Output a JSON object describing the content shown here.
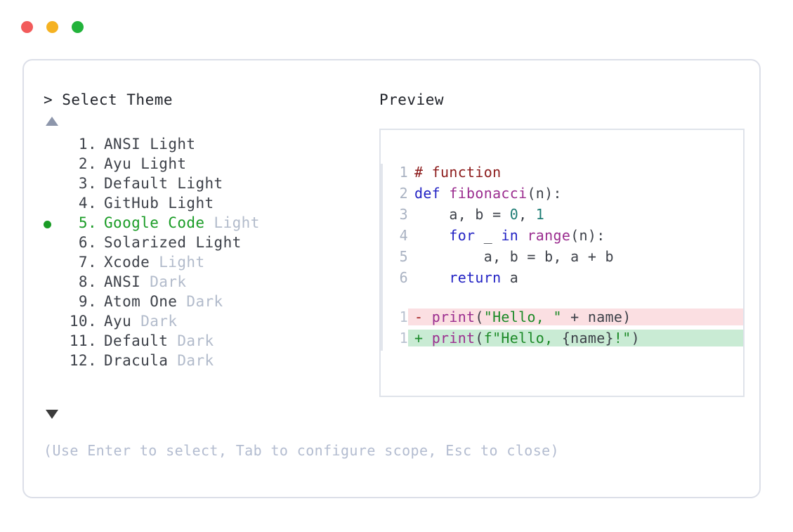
{
  "window": {
    "traffic_lights": [
      {
        "name": "close",
        "color": "#f25b5b"
      },
      {
        "name": "minimize",
        "color": "#f5b222"
      },
      {
        "name": "maximize",
        "color": "#22b33b"
      }
    ]
  },
  "selector": {
    "prompt": "> Select Theme",
    "scroll_up_indicator": "▲",
    "scroll_down_indicator": "▼",
    "selected_index": 5,
    "items": [
      {
        "number": "1.",
        "name": "ANSI",
        "variant": "Light",
        "variant_muted": false,
        "selected": false
      },
      {
        "number": "2.",
        "name": "Ayu",
        "variant": "Light",
        "variant_muted": false,
        "selected": false
      },
      {
        "number": "3.",
        "name": "Default",
        "variant": "Light",
        "variant_muted": false,
        "selected": false
      },
      {
        "number": "4.",
        "name": "GitHub",
        "variant": "Light",
        "variant_muted": false,
        "selected": false
      },
      {
        "number": "5.",
        "name": "Google Code",
        "variant": "Light",
        "variant_muted": true,
        "selected": true
      },
      {
        "number": "6.",
        "name": "Solarized",
        "variant": "Light",
        "variant_muted": false,
        "selected": false
      },
      {
        "number": "7.",
        "name": "Xcode",
        "variant": "Light",
        "variant_muted": true,
        "selected": false
      },
      {
        "number": "8.",
        "name": "ANSI",
        "variant": "Dark",
        "variant_muted": true,
        "selected": false
      },
      {
        "number": "9.",
        "name": "Atom One",
        "variant": "Dark",
        "variant_muted": true,
        "selected": false
      },
      {
        "number": "10.",
        "name": "Ayu",
        "variant": "Dark",
        "variant_muted": true,
        "selected": false
      },
      {
        "number": "11.",
        "name": "Default",
        "variant": "Dark",
        "variant_muted": true,
        "selected": false
      },
      {
        "number": "12.",
        "name": "Dracula",
        "variant": "Dark",
        "variant_muted": true,
        "selected": false
      }
    ]
  },
  "preview": {
    "label": "Preview",
    "code_lines": [
      {
        "lineno": "1",
        "kind": "code",
        "tokens": [
          {
            "t": "# function",
            "c": "tok-comment"
          }
        ]
      },
      {
        "lineno": "2",
        "kind": "code",
        "tokens": [
          {
            "t": "def ",
            "c": "tok-kw"
          },
          {
            "t": "fibonacci",
            "c": "tok-fn"
          },
          {
            "t": "(n):",
            "c": "tok-plain"
          }
        ]
      },
      {
        "lineno": "3",
        "kind": "code",
        "tokens": [
          {
            "t": "    a, b = ",
            "c": "tok-plain"
          },
          {
            "t": "0",
            "c": "tok-num"
          },
          {
            "t": ", ",
            "c": "tok-plain"
          },
          {
            "t": "1",
            "c": "tok-num"
          }
        ]
      },
      {
        "lineno": "4",
        "kind": "code",
        "tokens": [
          {
            "t": "    ",
            "c": "tok-plain"
          },
          {
            "t": "for",
            "c": "tok-kw"
          },
          {
            "t": " _ ",
            "c": "tok-plain"
          },
          {
            "t": "in",
            "c": "tok-kw"
          },
          {
            "t": " ",
            "c": "tok-plain"
          },
          {
            "t": "range",
            "c": "tok-fn"
          },
          {
            "t": "(n):",
            "c": "tok-plain"
          }
        ]
      },
      {
        "lineno": "5",
        "kind": "code",
        "tokens": [
          {
            "t": "        a, b = b, a + b",
            "c": "tok-plain"
          }
        ]
      },
      {
        "lineno": "6",
        "kind": "code",
        "tokens": [
          {
            "t": "    ",
            "c": "tok-plain"
          },
          {
            "t": "return",
            "c": "tok-kw"
          },
          {
            "t": " a",
            "c": "tok-plain"
          }
        ]
      },
      {
        "lineno": "",
        "kind": "blank",
        "tokens": []
      },
      {
        "lineno": "1",
        "kind": "del",
        "tokens": [
          {
            "t": "- ",
            "c": "tok-del"
          },
          {
            "t": "print",
            "c": "tok-fn"
          },
          {
            "t": "(",
            "c": "tok-plain"
          },
          {
            "t": "\"Hello, \"",
            "c": "tok-str"
          },
          {
            "t": " + name)",
            "c": "tok-plain"
          }
        ]
      },
      {
        "lineno": "1",
        "kind": "add",
        "tokens": [
          {
            "t": "+ ",
            "c": "tok-add"
          },
          {
            "t": "print",
            "c": "tok-fn"
          },
          {
            "t": "(",
            "c": "tok-plain"
          },
          {
            "t": "f\"Hello, ",
            "c": "tok-str"
          },
          {
            "t": "{name}",
            "c": "tok-plain"
          },
          {
            "t": "!\"",
            "c": "tok-str"
          },
          {
            "t": ")",
            "c": "tok-plain"
          }
        ]
      }
    ]
  },
  "footer": {
    "hint": "(Use Enter to select, Tab to configure scope, Esc to close)"
  }
}
